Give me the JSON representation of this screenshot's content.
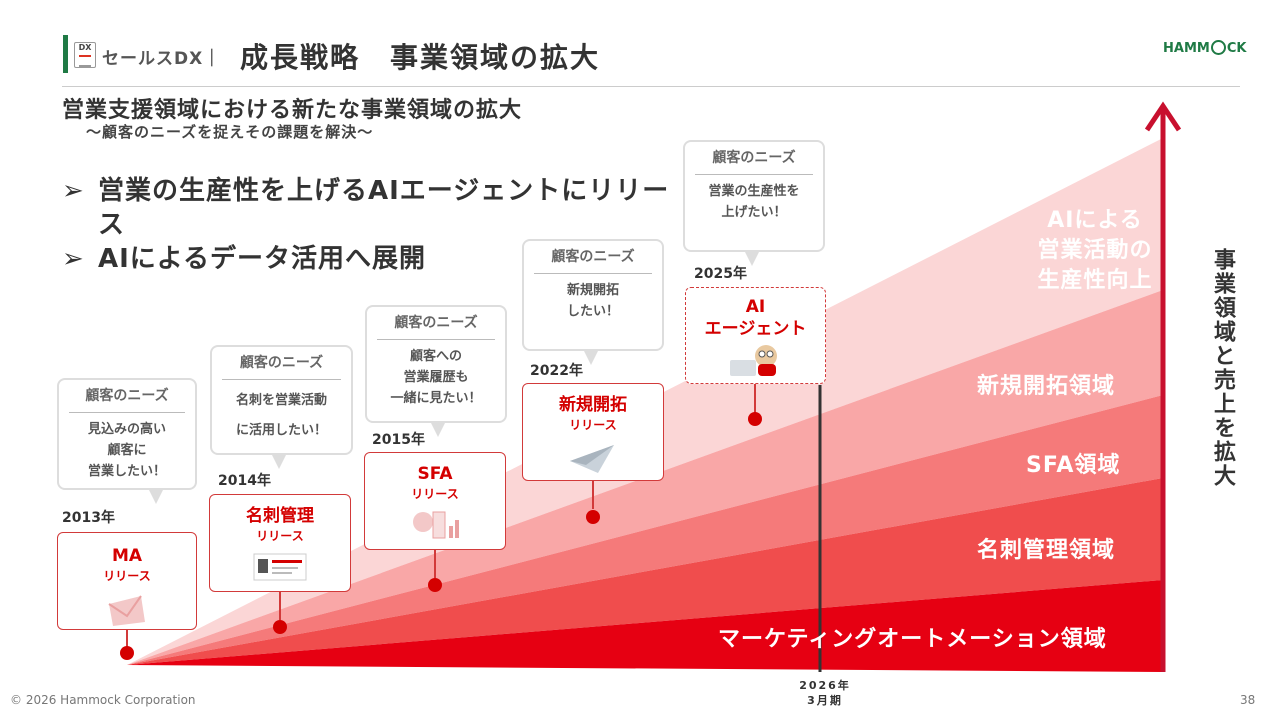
{
  "header": {
    "icon_text": "DX",
    "category": "セールスDX｜",
    "title": "成長戦略　事業領域の拡大",
    "logo_left": "HAMM",
    "logo_right": "CK"
  },
  "subtitle": "営業支援領域における新たな事業領域の拡大",
  "subsubtitle": "～顧客のニーズを捉えその課題を解決～",
  "bullets": [
    {
      "marker": "➢",
      "text": "営業の生産性を上げるAIエージェントにリリース"
    },
    {
      "marker": "➢",
      "text": "AIによるデータ活用へ展開"
    }
  ],
  "milestones": [
    {
      "year": "2013年",
      "product": "MA",
      "release": "リリース",
      "needs_title": "顧客のニーズ",
      "needs_lines": [
        "見込みの高い",
        "顧客に",
        "営業したい！"
      ]
    },
    {
      "year": "2014年",
      "product": "名刺管理",
      "release": "リリース",
      "needs_title": "顧客のニーズ",
      "needs_lines": [
        "名刺を営業活動",
        "に活用したい！"
      ]
    },
    {
      "year": "2015年",
      "product": "SFA",
      "release": "リリース",
      "needs_title": "顧客のニーズ",
      "needs_lines": [
        "顧客への",
        "営業履歴も",
        "一緒に見たい！"
      ]
    },
    {
      "year": "2022年",
      "product": "新規開拓",
      "release": "リリース",
      "needs_title": "顧客のニーズ",
      "needs_lines": [
        "新規開拓",
        "したい！"
      ]
    },
    {
      "year": "2025年",
      "product_lines": [
        "AI",
        "エージェント"
      ],
      "needs_title": "顧客のニーズ",
      "needs_lines": [
        "営業の生産性を",
        "上げたい！"
      ]
    }
  ],
  "zones": {
    "ai": [
      "AIによる",
      "営業活動の",
      "生産性向上"
    ],
    "new_biz": "新規開拓領域",
    "sfa": "SFA領域",
    "card": "名刺管理領域",
    "ma": "マーケティングオートメーション領域"
  },
  "colors": {
    "ai": "#fbd6d6",
    "new_biz": "#f9a7a7",
    "sfa": "#f57a7a",
    "card": "#f04d4d",
    "ma": "#e60012",
    "arrow": "#c8102e",
    "accent_green": "#1f7a45"
  },
  "axis_label": "事業領域と売上を拡大",
  "fiscal_year": [
    "2026年",
    "3月期"
  ],
  "footer": "© 2026 Hammock Corporation",
  "page_number": "38"
}
